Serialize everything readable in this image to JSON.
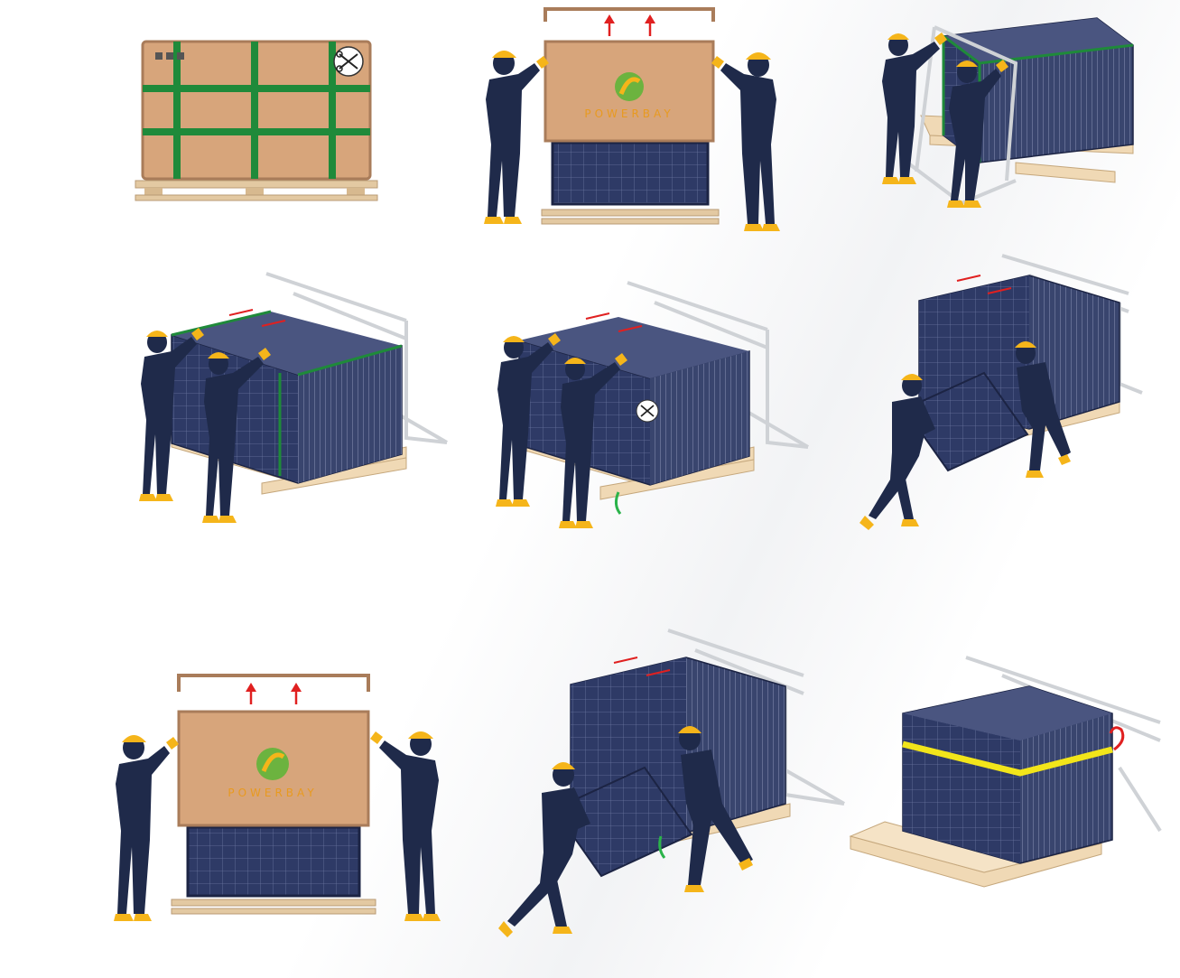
{
  "brand": {
    "name": "POWERBAY"
  },
  "colors": {
    "cardboard": "#d7a57b",
    "cardboard_dark": "#a97c5a",
    "strap_green": "#1f8a3a",
    "worker_navy": "#1f2a4a",
    "helmet_yellow": "#f5b51a",
    "panel_blue": "#2e3a66",
    "pallet_wood": "#f0d9b5",
    "lift_arrow": "#e02020",
    "strap_yellow": "#f2e51a"
  },
  "icons": {
    "scissors": "scissors-icon",
    "logo": "powerbay-logo-icon",
    "arrow": "up-arrow-icon"
  },
  "steps": [
    {
      "id": 1,
      "scene": "boxed-pallet-with-green-straps"
    },
    {
      "id": 2,
      "scene": "two-workers-lift-box-lid"
    },
    {
      "id": 3,
      "scene": "workers-place-support-frame"
    },
    {
      "id": 4,
      "scene": "workers-hold-stack-against-frame"
    },
    {
      "id": 5,
      "scene": "cut-straps"
    },
    {
      "id": 6,
      "scene": "carry-panel-away"
    },
    {
      "id": 7,
      "scene": "two-workers-lift-box-lid-repeat"
    },
    {
      "id": 8,
      "scene": "carry-panel-away-repeat"
    },
    {
      "id": 9,
      "scene": "remaining-stack-yellow-strap"
    }
  ]
}
